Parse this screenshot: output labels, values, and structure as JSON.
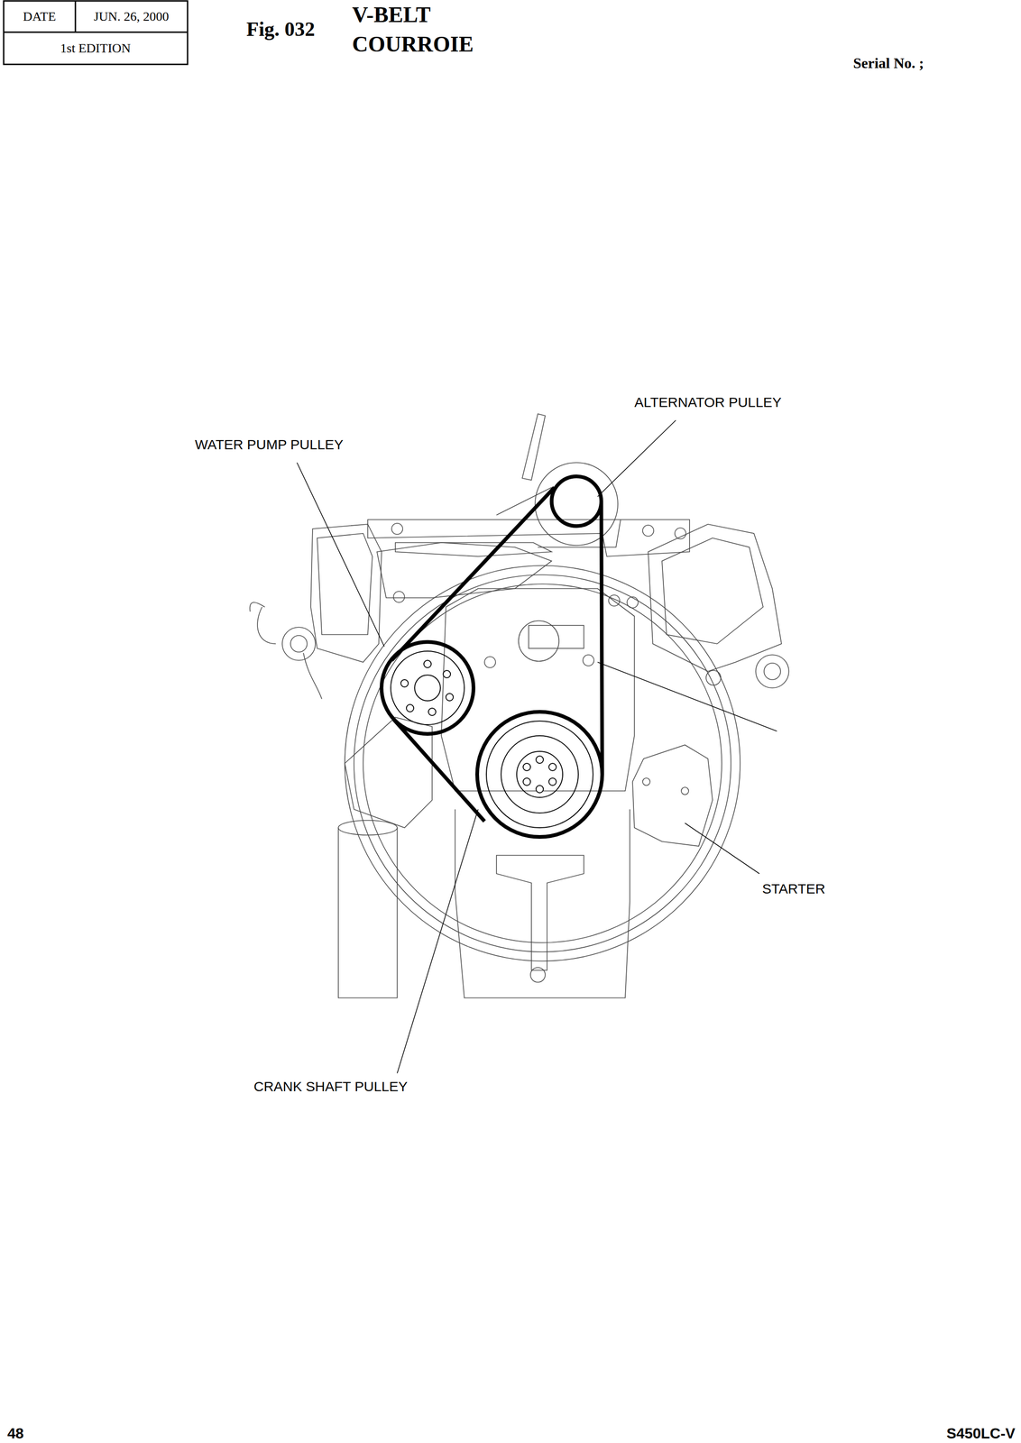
{
  "diagram": {
    "title": "V-BELT COURROIE",
    "labels": [
      "DATE",
      "JUN. 26, 2000",
      "1st EDITION",
      "Fig. 032",
      "Serial No. ;",
      "WATER PUMP PULLEY",
      "ALTERNATOR PULLEY",
      "STARTER",
      "CRANK SHAFT PULLEY",
      "48",
      "S450LC-V"
    ]
  }
}
